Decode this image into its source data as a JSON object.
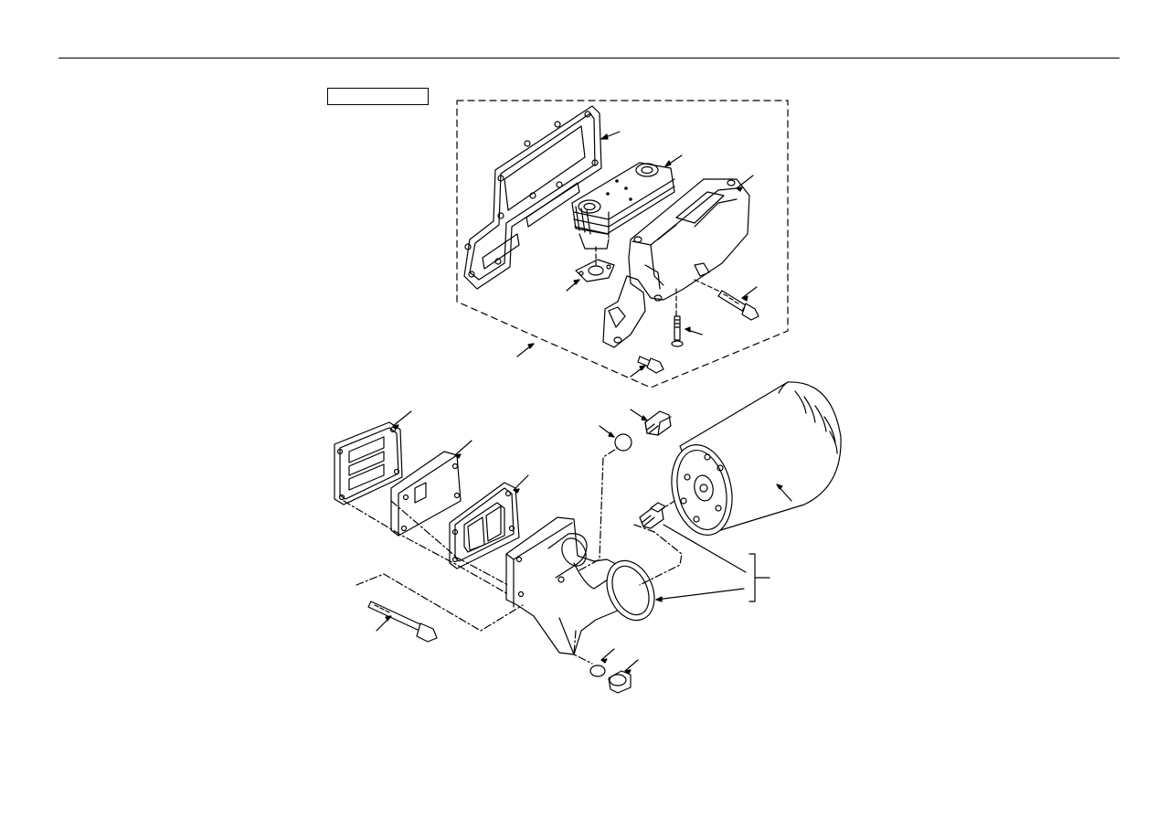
{
  "page": {
    "label_box_text": "",
    "colors": {
      "background": "#ffffff",
      "line": "#000000",
      "parts_fill": "#ffffff",
      "shade": "#d9d9d9"
    }
  },
  "diagram": {
    "parts": [
      {
        "id": "oil-cooler-gasket",
        "icon": "gasket"
      },
      {
        "id": "oil-cooler-core",
        "icon": "cooler-core"
      },
      {
        "id": "oil-cooler-housing",
        "icon": "housing"
      },
      {
        "id": "small-gasket",
        "icon": "gasket"
      },
      {
        "id": "housing-bolt-long",
        "icon": "bolt"
      },
      {
        "id": "pin-bolt",
        "icon": "bolt"
      },
      {
        "id": "housing-bolt-short",
        "icon": "bolt"
      },
      {
        "id": "oil-cooler-assembly-group",
        "icon": "group-outline"
      },
      {
        "id": "adapter-gasket-1",
        "icon": "gasket"
      },
      {
        "id": "adapter-plate",
        "icon": "plate"
      },
      {
        "id": "adapter-gasket-2",
        "icon": "gasket"
      },
      {
        "id": "oil-filter-adapter",
        "icon": "adapter"
      },
      {
        "id": "adapter-bolt",
        "icon": "bolt"
      },
      {
        "id": "o-ring-upper",
        "icon": "o-ring"
      },
      {
        "id": "plug-upper",
        "icon": "plug"
      },
      {
        "id": "oil-filter",
        "icon": "filter"
      },
      {
        "id": "filter-nipple",
        "icon": "nipple"
      },
      {
        "id": "o-ring-lower",
        "icon": "o-ring"
      },
      {
        "id": "plug-lower",
        "icon": "plug"
      }
    ]
  }
}
